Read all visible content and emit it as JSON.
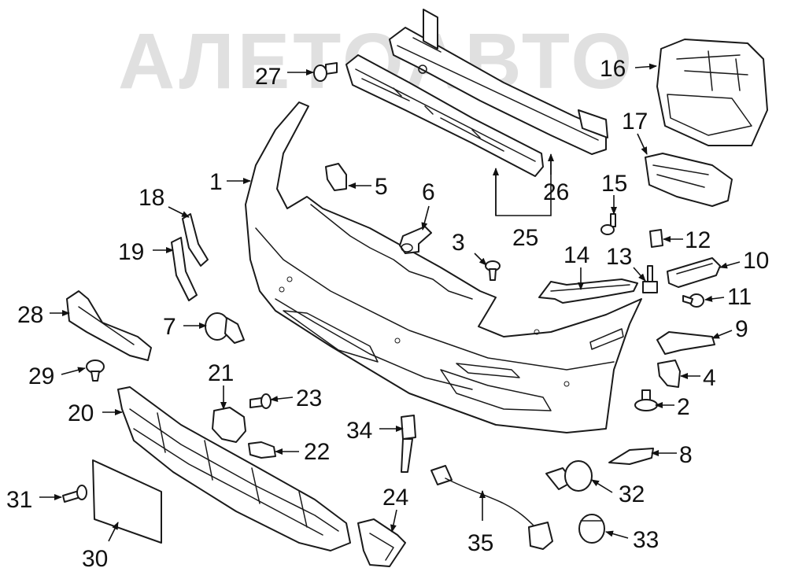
{
  "watermark": "АЛЕТОАВТО",
  "callouts": [
    {
      "id": "c1",
      "label": "1"
    },
    {
      "id": "c2",
      "label": "2"
    },
    {
      "id": "c3",
      "label": "3"
    },
    {
      "id": "c4",
      "label": "4"
    },
    {
      "id": "c5",
      "label": "5"
    },
    {
      "id": "c6",
      "label": "6"
    },
    {
      "id": "c7",
      "label": "7"
    },
    {
      "id": "c8",
      "label": "8"
    },
    {
      "id": "c9",
      "label": "9"
    },
    {
      "id": "c10",
      "label": "10"
    },
    {
      "id": "c11",
      "label": "11"
    },
    {
      "id": "c12",
      "label": "12"
    },
    {
      "id": "c13",
      "label": "13"
    },
    {
      "id": "c14",
      "label": "14"
    },
    {
      "id": "c15",
      "label": "15"
    },
    {
      "id": "c16",
      "label": "16"
    },
    {
      "id": "c17",
      "label": "17"
    },
    {
      "id": "c18",
      "label": "18"
    },
    {
      "id": "c19",
      "label": "19"
    },
    {
      "id": "c20",
      "label": "20"
    },
    {
      "id": "c21",
      "label": "21"
    },
    {
      "id": "c22",
      "label": "22"
    },
    {
      "id": "c23",
      "label": "23"
    },
    {
      "id": "c24",
      "label": "24"
    },
    {
      "id": "c25",
      "label": "25"
    },
    {
      "id": "c26",
      "label": "26"
    },
    {
      "id": "c27",
      "label": "27"
    },
    {
      "id": "c28",
      "label": "28"
    },
    {
      "id": "c29",
      "label": "29"
    },
    {
      "id": "c30",
      "label": "30"
    },
    {
      "id": "c31",
      "label": "31"
    },
    {
      "id": "c32",
      "label": "32"
    },
    {
      "id": "c33",
      "label": "33"
    },
    {
      "id": "c34",
      "label": "34"
    },
    {
      "id": "c35",
      "label": "35"
    }
  ]
}
